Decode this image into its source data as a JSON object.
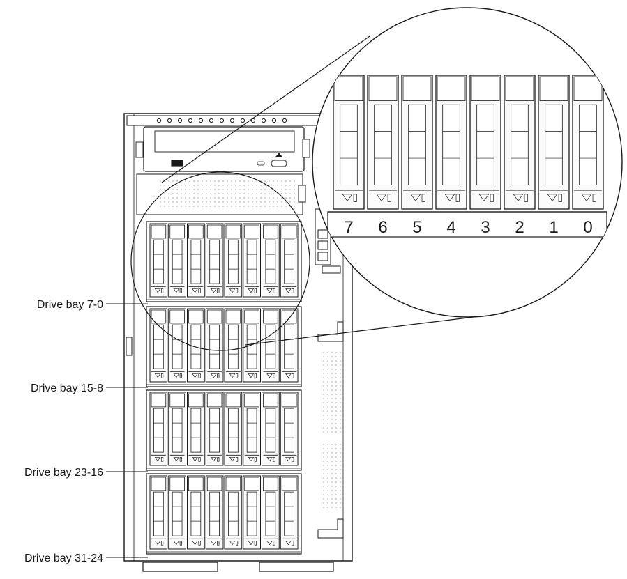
{
  "callouts": [
    {
      "label": "Drive bay 7-0"
    },
    {
      "label": "Drive bay 15-8"
    },
    {
      "label": "Drive bay 23-16"
    },
    {
      "label": "Drive bay 31-24"
    }
  ],
  "zoom_bay_numbers": [
    "7",
    "6",
    "5",
    "4",
    "3",
    "2",
    "1",
    "0"
  ],
  "colors": {
    "line": "#1a1a1a",
    "panel": "#f4f4f4",
    "bay_fill": "#fafafa",
    "dots": "#c8c8c8"
  }
}
